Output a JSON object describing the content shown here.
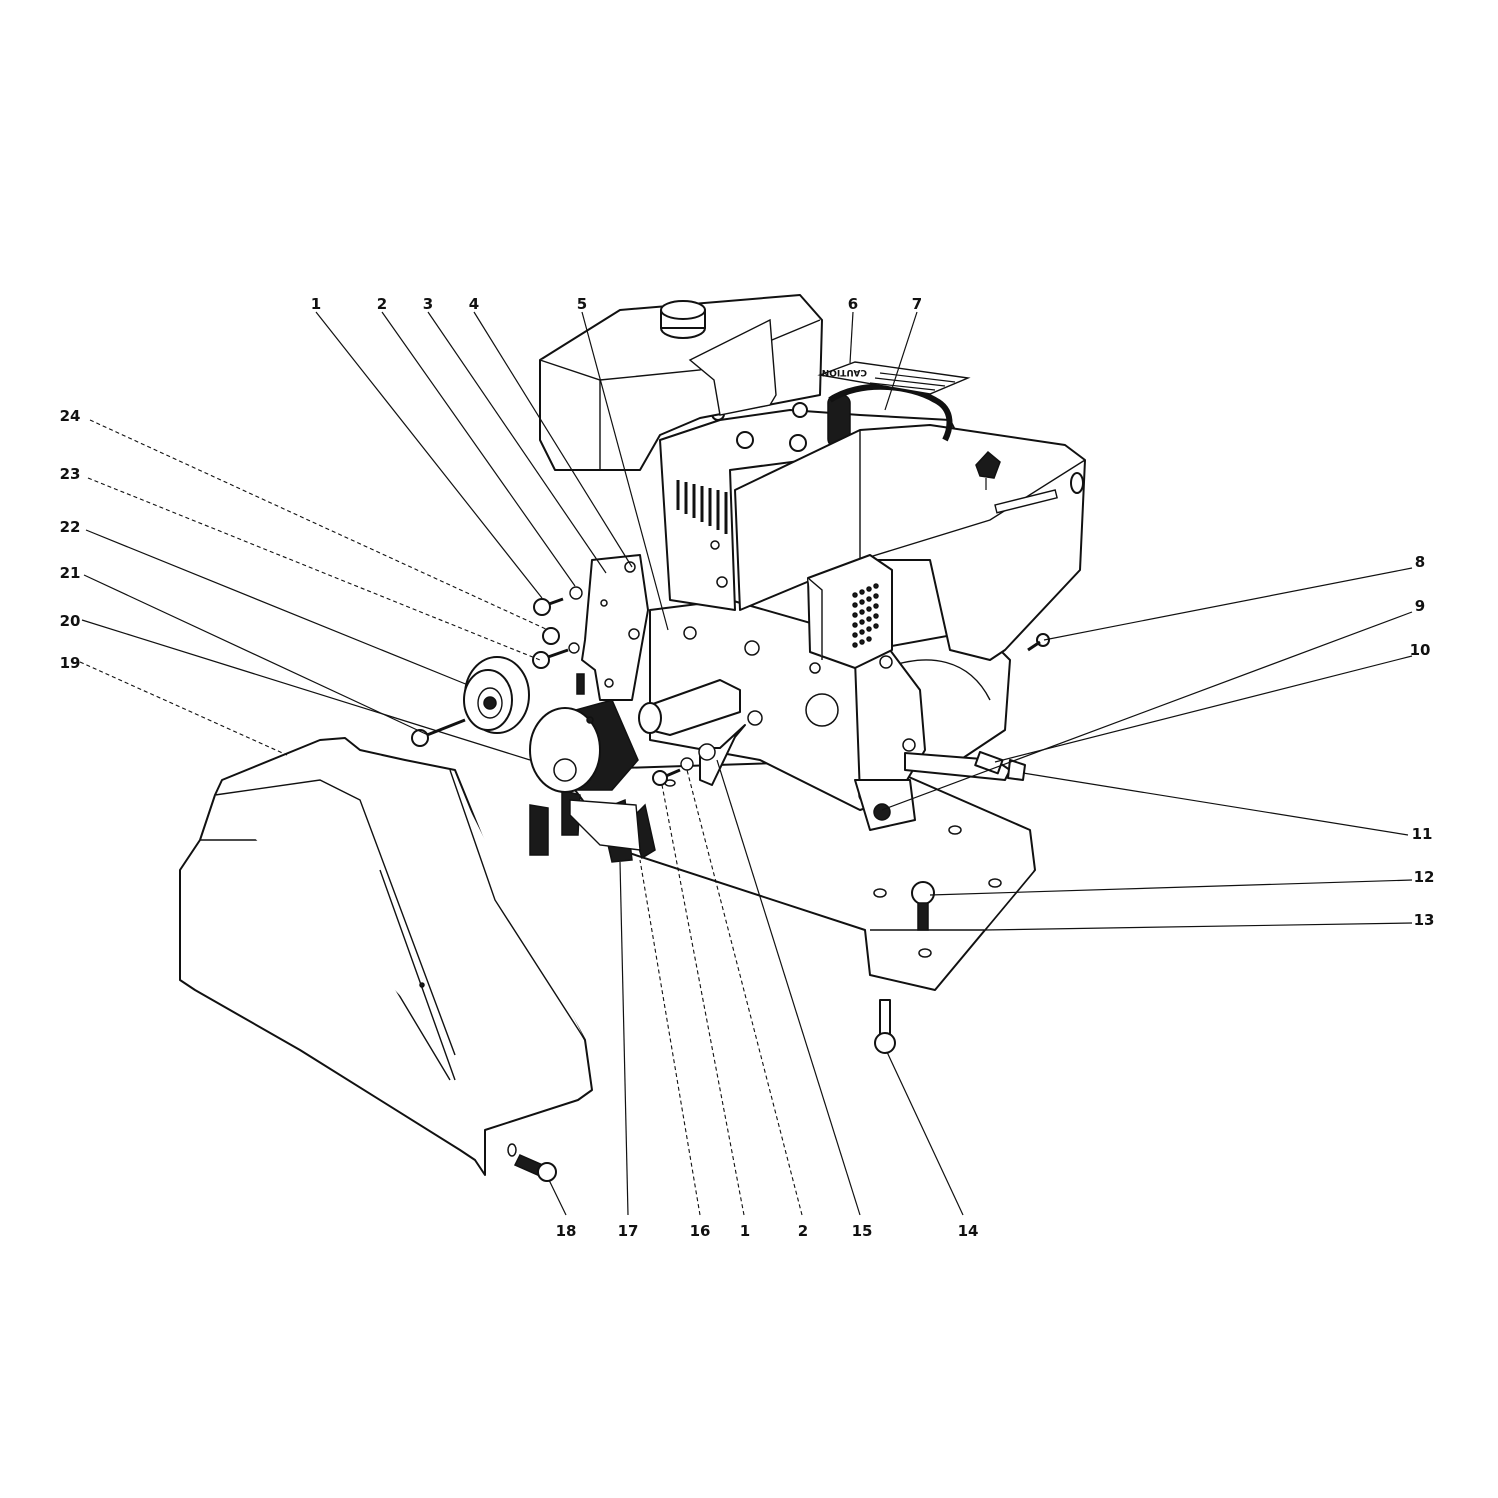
{
  "diagram": {
    "callouts": [
      {
        "id": "c1a",
        "text": "1"
      },
      {
        "id": "c2a",
        "text": "2"
      },
      {
        "id": "c3",
        "text": "3"
      },
      {
        "id": "c4",
        "text": "4"
      },
      {
        "id": "c5",
        "text": "5"
      },
      {
        "id": "c6",
        "text": "6"
      },
      {
        "id": "c7",
        "text": "7"
      },
      {
        "id": "c8",
        "text": "8"
      },
      {
        "id": "c9",
        "text": "9"
      },
      {
        "id": "c10",
        "text": "10"
      },
      {
        "id": "c11",
        "text": "11"
      },
      {
        "id": "c12",
        "text": "12"
      },
      {
        "id": "c13",
        "text": "13"
      },
      {
        "id": "c14",
        "text": "14"
      },
      {
        "id": "c15",
        "text": "15"
      },
      {
        "id": "c2b",
        "text": "2"
      },
      {
        "id": "c1b",
        "text": "1"
      },
      {
        "id": "c16",
        "text": "16"
      },
      {
        "id": "c17",
        "text": "17"
      },
      {
        "id": "c18",
        "text": "18"
      },
      {
        "id": "c19",
        "text": "19"
      },
      {
        "id": "c20",
        "text": "20"
      },
      {
        "id": "c21",
        "text": "21"
      },
      {
        "id": "c22",
        "text": "22"
      },
      {
        "id": "c23",
        "text": "23"
      },
      {
        "id": "c24",
        "text": "24"
      }
    ],
    "decal_text": "CAUTION"
  }
}
